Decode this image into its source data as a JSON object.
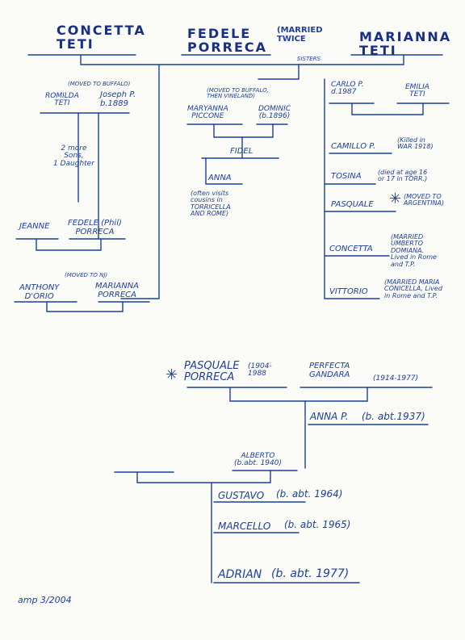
{
  "top": {
    "concetta": "CONCETTA\nTETI",
    "fedele": "FEDELE\nPORRECA",
    "married_twice": "(MARRIED\nTWICE",
    "sisters": "SISTERS",
    "marianna": "MARIANNA\nTETI"
  },
  "left": {
    "moved_buffalo": "(MOVED TO BUFFALO)",
    "romilda": "ROMILDA\nTETI",
    "joseph": "Joseph P.\nb.1889",
    "more_sons": "2 more\nSons,\n1 Daughter",
    "jeanne": "JEANNE",
    "fedele_phil": "FEDELE (Phil)\nPORRECA",
    "moved_nj": "(MOVED TO NJ)",
    "anthony": "ANTHONY\nD'ORIO",
    "marianna_p": "MARIANNA\nPORRECA"
  },
  "center": {
    "moved_note": "(MOVED TO BUFFALO,\nTHEN VINELAND)",
    "maryanna": "MARYANNA\nPICCONE",
    "dominic": "DOMINIC\n(b.1896)",
    "fidel": "FIDEL",
    "anna": "ANNA",
    "anna_note": "(often visits\ncousins in\nTORRICELLA\nAND ROME)"
  },
  "right": {
    "carlo": "CARLO P.\nd.1987",
    "emilia": "EMILIA\nTETI",
    "camillo": "CAMILLO P.",
    "camillo_note": "(Killed in\nWAR 1918)",
    "tosina": "TOSINA",
    "tosina_note": "(died at age 16\nor 17 in TORR.)",
    "pasquale": "PASQUALE",
    "pasquale_note": "(MOVED TO\nARGENTINA)",
    "concetta": "CONCETTA",
    "concetta_note": "(MARRIED\nUMBERTO\nDOMIANA.\nLived in Rome\nand T.P.",
    "vittorio": "VITTORIO",
    "vittorio_note": "(MARRIED MARIA\nCONICELLA, Lived\nin Rome and T.P."
  },
  "lower": {
    "pasquale": "PASQUALE\nPORRECA",
    "pasquale_dates": "(1904-\n1988",
    "perfecta": "PERFECTA\nGANDARA",
    "perfecta_dates": "(1914-1977)",
    "anna": "ANNA P.",
    "anna_b": "(b. abt.1937)",
    "alberto": "ALBERTO\n(b.abt. 1940)",
    "gustavo": "GUSTAVO",
    "gustavo_b": "(b. abt. 1964)",
    "marcello": "MARCELLO",
    "marcello_b": "(b. abt. 1965)",
    "adrian": "ADRIAN",
    "adrian_b": "(b. abt. 1977)"
  },
  "signature": "amp 3/2004",
  "star_glyph": "✳"
}
